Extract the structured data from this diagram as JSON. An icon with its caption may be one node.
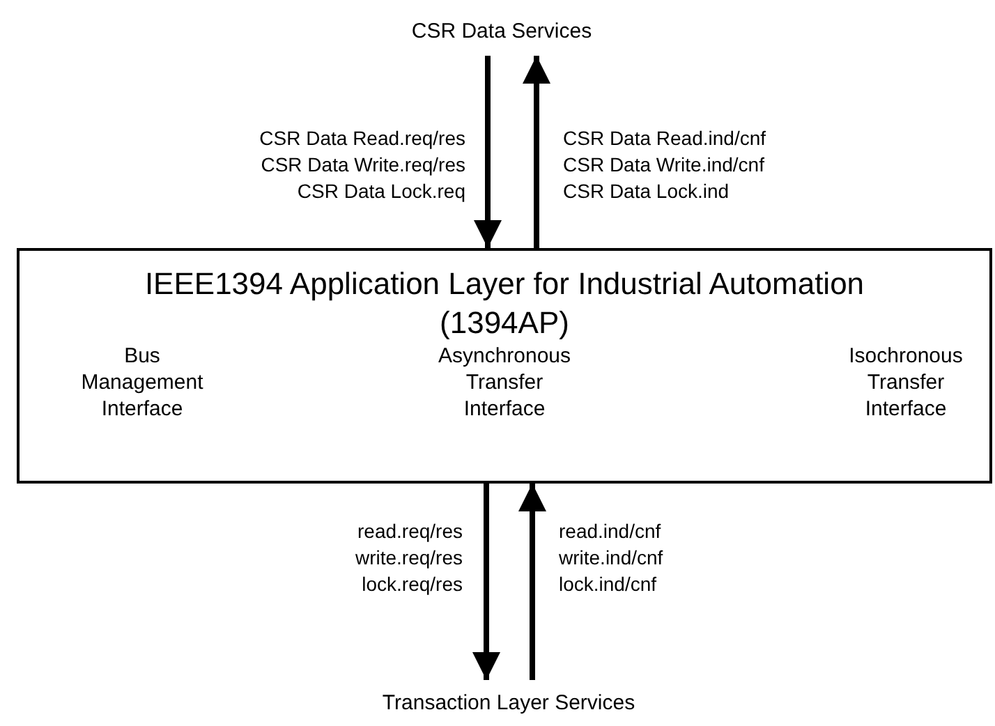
{
  "diagram": {
    "nodes": [
      {
        "text": [
          "CSR Data Services"
        ]
      },
      {
        "text": [
          "IEEE1394 Application Layer for Industrial Automation (1394AP)",
          "Bus Management Interface",
          "Asynchronous Transfer Interface",
          "Isochronous Transfer Interface"
        ]
      },
      {
        "text": [
          "Transaction Layer Services"
        ]
      }
    ],
    "edges": [
      {
        "from": 0,
        "to": 1,
        "arrow": "to",
        "label": "CSR Data Read.req/res CSR Data Write.req/res CSR Data Lock.req"
      },
      {
        "from": 1,
        "to": 0,
        "arrow": "to",
        "label": "CSR Data Read.ind/cnf CSR Data Write.ind/cnf CSR Data Lock.ind"
      },
      {
        "from": 1,
        "to": 2,
        "arrow": "to",
        "label": "read.req/res write.req/res lock.req/res"
      },
      {
        "from": 2,
        "to": 1,
        "arrow": "to",
        "label": "read.ind/cnf write.ind/cnf lock.ind/cnf"
      }
    ]
  }
}
